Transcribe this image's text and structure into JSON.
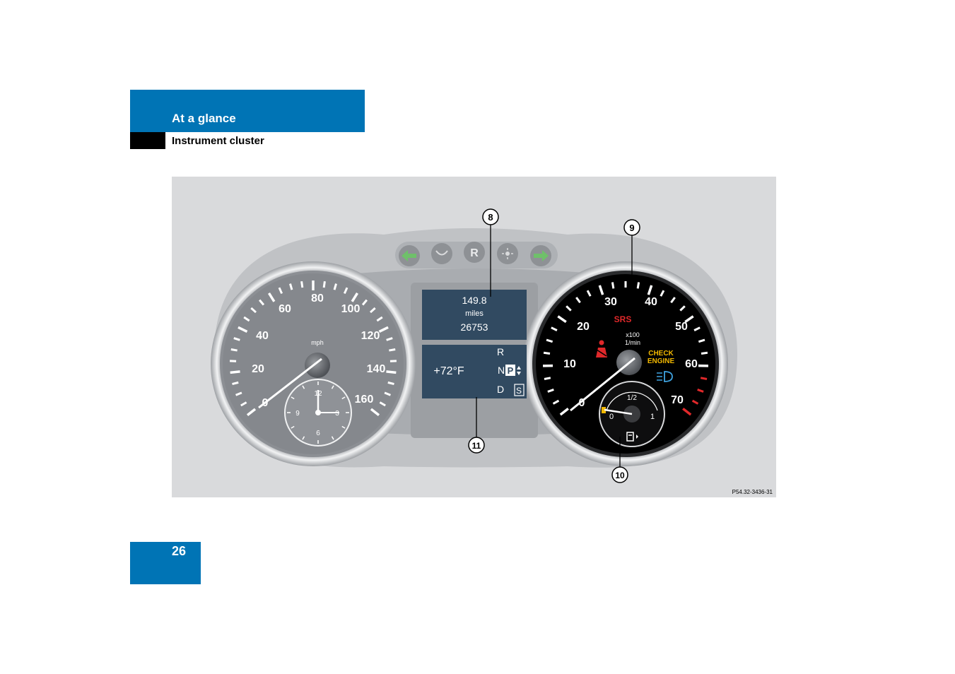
{
  "header": {
    "section": "At a glance",
    "subsection": "Instrument cluster"
  },
  "page_number": "26",
  "figure": {
    "code": "P54.32-3436-31",
    "callouts": [
      "8",
      "9",
      "10",
      "11"
    ],
    "indicators": [
      {
        "name": "turn-left-icon",
        "color": "#6fc06a"
      },
      {
        "name": "low-beam-indicator-icon"
      },
      {
        "name": "reverse-indicator",
        "label": "R"
      },
      {
        "name": "brightness-icon"
      },
      {
        "name": "turn-right-icon",
        "color": "#6fc06a"
      }
    ],
    "speedometer": {
      "unit": "mph",
      "labels": [
        "0",
        "20",
        "40",
        "60",
        "80",
        "100",
        "120",
        "140",
        "160"
      ],
      "clock_labels": [
        "12",
        "3",
        "6",
        "9"
      ]
    },
    "display_top": {
      "trip": "149.8",
      "unit": "miles",
      "odometer": "26753"
    },
    "display_bottom": {
      "temperature": "+72°F",
      "gears": [
        "R",
        "N",
        "P",
        "D"
      ],
      "mode": "S"
    },
    "tachometer": {
      "unit_line1": "x100",
      "unit_line2": "1/min",
      "labels": [
        "0",
        "10",
        "20",
        "30",
        "40",
        "50",
        "60",
        "70"
      ],
      "srs": "SRS",
      "check_line1": "CHECK",
      "check_line2": "ENGINE",
      "fuel_labels": [
        "0",
        "1/2",
        "1"
      ],
      "warning_color": "#e0282a",
      "check_color": "#f2b800"
    }
  }
}
